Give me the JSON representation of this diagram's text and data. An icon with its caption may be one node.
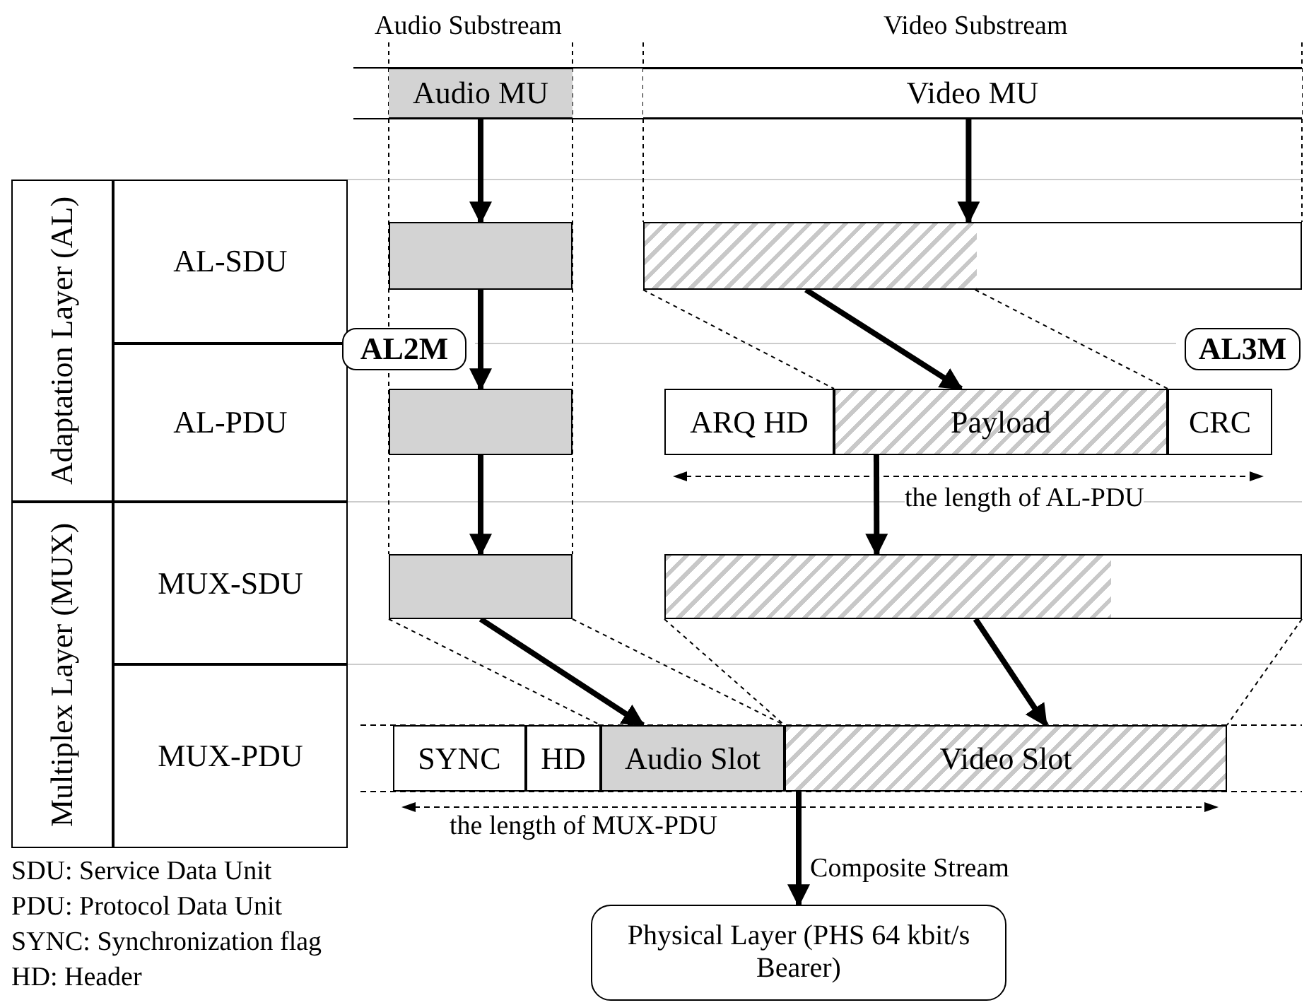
{
  "diagram": {
    "nodes": [
      {
        "text": [
          "Adaptation Layer (AL)"
        ]
      },
      {
        "text": [
          "AL-SDU"
        ]
      },
      {
        "text": [
          "AL-PDU"
        ]
      },
      {
        "text": [
          "Multiplex Layer (MUX)"
        ]
      },
      {
        "text": [
          "MUX-SDU"
        ]
      },
      {
        "text": [
          "MUX-PDU"
        ]
      },
      {
        "text": [
          "Audio MU"
        ]
      },
      {
        "text": [
          "Video MU"
        ]
      },
      {
        "text": [],
        "shape": "bar"
      },
      {
        "text": [],
        "shape": "bar"
      },
      {
        "text": [],
        "shape": "bar"
      },
      {
        "text": [
          "ARQ HD"
        ]
      },
      {
        "text": [
          "Payload"
        ]
      },
      {
        "text": [
          "CRC"
        ]
      },
      {
        "text": [],
        "shape": "bar"
      },
      {
        "text": [],
        "shape": "bar"
      },
      {
        "text": [
          "SYNC"
        ]
      },
      {
        "text": [
          "HD"
        ]
      },
      {
        "text": [
          "Audio Slot"
        ]
      },
      {
        "text": [
          "Video Slot"
        ]
      },
      {
        "text": [
          "Physical Layer (PHS 64 kbit/s Bearer)"
        ]
      },
      {
        "text": [
          "AL2M"
        ]
      },
      {
        "text": [
          "AL3M"
        ]
      }
    ],
    "edges": [
      {
        "from": 6,
        "to": 8,
        "arrow": "to"
      },
      {
        "from": 8,
        "to": 10,
        "arrow": "to"
      },
      {
        "from": 10,
        "to": 14,
        "arrow": "to"
      },
      {
        "from": 14,
        "to": 18,
        "arrow": "to"
      },
      {
        "from": 7,
        "to": 9,
        "arrow": "to"
      },
      {
        "from": 9,
        "to": 12,
        "arrow": "to"
      },
      {
        "from": 12,
        "to": 15,
        "arrow": "to"
      },
      {
        "from": 15,
        "to": 19,
        "arrow": "to"
      },
      {
        "from": 19,
        "to": 20,
        "arrow": "to",
        "label": "Composite Stream"
      },
      {
        "from": 9,
        "to": 12,
        "arrow": "none",
        "style": "dashed"
      },
      {
        "from": 9,
        "to": 12,
        "arrow": "none",
        "style": "dashed"
      },
      {
        "from": 14,
        "to": 18,
        "arrow": "none",
        "style": "dashed"
      },
      {
        "from": 14,
        "to": 18,
        "arrow": "none",
        "style": "dashed"
      },
      {
        "from": 15,
        "to": 19,
        "arrow": "none",
        "style": "dashed"
      },
      {
        "from": 15,
        "to": 19,
        "arrow": "none",
        "style": "dashed"
      }
    ],
    "labels": [
      "Audio Substream",
      "Video Substream",
      "the length of AL-PDU",
      "the length of MUX-PDU",
      "SDU: Service Data Unit",
      "PDU: Protocol Data Unit",
      "SYNC: Synchronization flag",
      "HD: Header"
    ]
  }
}
